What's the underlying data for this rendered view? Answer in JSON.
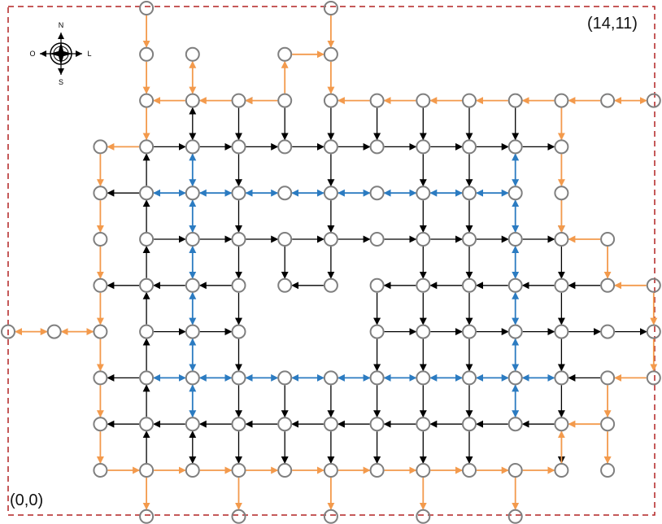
{
  "labels": {
    "origin": "(0,0)",
    "extent": "(14,11)"
  },
  "compass": {
    "north": "N",
    "south": "S",
    "west": "O",
    "east": "L"
  },
  "colors": {
    "boundary": "#b22222",
    "node_stroke": "#7f7f7f",
    "edge_black": "#000000",
    "edge_orange": "#f39a4c",
    "edge_blue": "#2b7bc1"
  },
  "grid": {
    "cols": 15,
    "rows": 12
  },
  "nodes": [
    [
      3,
      11
    ],
    [
      7,
      11
    ],
    [
      3,
      10
    ],
    [
      4,
      10
    ],
    [
      6,
      10
    ],
    [
      7,
      10
    ],
    [
      3,
      9
    ],
    [
      4,
      9
    ],
    [
      5,
      9
    ],
    [
      6,
      9
    ],
    [
      7,
      9
    ],
    [
      8,
      9
    ],
    [
      9,
      9
    ],
    [
      10,
      9
    ],
    [
      11,
      9
    ],
    [
      12,
      9
    ],
    [
      13,
      9
    ],
    [
      14,
      9
    ],
    [
      2,
      8
    ],
    [
      3,
      8
    ],
    [
      4,
      8
    ],
    [
      5,
      8
    ],
    [
      6,
      8
    ],
    [
      7,
      8
    ],
    [
      8,
      8
    ],
    [
      9,
      8
    ],
    [
      10,
      8
    ],
    [
      11,
      8
    ],
    [
      12,
      8
    ],
    [
      2,
      7
    ],
    [
      3,
      7
    ],
    [
      4,
      7
    ],
    [
      5,
      7
    ],
    [
      6,
      7
    ],
    [
      7,
      7
    ],
    [
      8,
      7
    ],
    [
      9,
      7
    ],
    [
      10,
      7
    ],
    [
      11,
      7
    ],
    [
      12,
      7
    ],
    [
      2,
      6
    ],
    [
      3,
      6
    ],
    [
      4,
      6
    ],
    [
      5,
      6
    ],
    [
      6,
      6
    ],
    [
      7,
      6
    ],
    [
      8,
      6
    ],
    [
      9,
      6
    ],
    [
      10,
      6
    ],
    [
      11,
      6
    ],
    [
      12,
      6
    ],
    [
      13,
      6
    ],
    [
      2,
      5
    ],
    [
      3,
      5
    ],
    [
      4,
      5
    ],
    [
      5,
      5
    ],
    [
      6,
      5
    ],
    [
      7,
      5
    ],
    [
      8,
      5
    ],
    [
      9,
      5
    ],
    [
      10,
      5
    ],
    [
      11,
      5
    ],
    [
      12,
      5
    ],
    [
      13,
      5
    ],
    [
      14,
      5
    ],
    [
      0,
      4
    ],
    [
      1,
      4
    ],
    [
      2,
      4
    ],
    [
      3,
      4
    ],
    [
      4,
      4
    ],
    [
      5,
      4
    ],
    [
      8,
      4
    ],
    [
      9,
      4
    ],
    [
      10,
      4
    ],
    [
      11,
      4
    ],
    [
      12,
      4
    ],
    [
      13,
      4
    ],
    [
      14,
      4
    ],
    [
      2,
      3
    ],
    [
      3,
      3
    ],
    [
      4,
      3
    ],
    [
      5,
      3
    ],
    [
      6,
      3
    ],
    [
      7,
      3
    ],
    [
      8,
      3
    ],
    [
      9,
      3
    ],
    [
      10,
      3
    ],
    [
      11,
      3
    ],
    [
      12,
      3
    ],
    [
      13,
      3
    ],
    [
      14,
      3
    ],
    [
      2,
      2
    ],
    [
      3,
      2
    ],
    [
      4,
      2
    ],
    [
      5,
      2
    ],
    [
      6,
      2
    ],
    [
      7,
      2
    ],
    [
      8,
      2
    ],
    [
      9,
      2
    ],
    [
      10,
      2
    ],
    [
      11,
      2
    ],
    [
      12,
      2
    ],
    [
      13,
      2
    ],
    [
      2,
      1
    ],
    [
      3,
      1
    ],
    [
      4,
      1
    ],
    [
      5,
      1
    ],
    [
      6,
      1
    ],
    [
      7,
      1
    ],
    [
      8,
      1
    ],
    [
      9,
      1
    ],
    [
      10,
      1
    ],
    [
      11,
      1
    ],
    [
      12,
      1
    ],
    [
      13,
      1
    ],
    [
      3,
      0
    ],
    [
      5,
      0
    ],
    [
      7,
      0
    ],
    [
      9,
      0
    ],
    [
      11,
      0
    ]
  ],
  "edges_black": [
    [
      6,
      9,
      5,
      9,
      "end"
    ],
    [
      3,
      8,
      4,
      8,
      "end"
    ],
    [
      4,
      8,
      5,
      8,
      "end"
    ],
    [
      5,
      8,
      6,
      8,
      "end"
    ],
    [
      6,
      8,
      7,
      8,
      "end"
    ],
    [
      7,
      8,
      8,
      8,
      "end"
    ],
    [
      8,
      8,
      9,
      8,
      "end"
    ],
    [
      9,
      8,
      10,
      8,
      "end"
    ],
    [
      10,
      8,
      11,
      8,
      "end"
    ],
    [
      11,
      8,
      12,
      8,
      "end"
    ],
    [
      3,
      7,
      2,
      7,
      "end"
    ],
    [
      3,
      6,
      4,
      6,
      "end"
    ],
    [
      4,
      6,
      5,
      6,
      "end"
    ],
    [
      5,
      6,
      6,
      6,
      "end"
    ],
    [
      6,
      6,
      7,
      6,
      "end"
    ],
    [
      7,
      6,
      8,
      6,
      "end"
    ],
    [
      8,
      6,
      9,
      6,
      "end"
    ],
    [
      9,
      6,
      10,
      6,
      "end"
    ],
    [
      10,
      6,
      11,
      6,
      "end"
    ],
    [
      11,
      6,
      12,
      6,
      "end"
    ],
    [
      3,
      5,
      2,
      5,
      "end"
    ],
    [
      4,
      5,
      3,
      5,
      "end"
    ],
    [
      5,
      5,
      4,
      5,
      "end"
    ],
    [
      7,
      5,
      6,
      5,
      "end"
    ],
    [
      9,
      5,
      8,
      5,
      "end"
    ],
    [
      10,
      5,
      9,
      5,
      "end"
    ],
    [
      11,
      5,
      10,
      5,
      "end"
    ],
    [
      12,
      5,
      11,
      5,
      "end"
    ],
    [
      13,
      5,
      12,
      5,
      "end"
    ],
    [
      3,
      4,
      4,
      4,
      "end"
    ],
    [
      4,
      4,
      5,
      4,
      "end"
    ],
    [
      8,
      4,
      9,
      4,
      "end"
    ],
    [
      9,
      4,
      10,
      4,
      "end"
    ],
    [
      10,
      4,
      11,
      4,
      "end"
    ],
    [
      11,
      4,
      12,
      4,
      "end"
    ],
    [
      12,
      4,
      13,
      4,
      "end"
    ],
    [
      13,
      4,
      14,
      4,
      "end"
    ],
    [
      3,
      3,
      2,
      3,
      "end"
    ],
    [
      13,
      3,
      12,
      3,
      "end"
    ],
    [
      3,
      2,
      2,
      2,
      "end"
    ],
    [
      4,
      2,
      3,
      2,
      "end"
    ],
    [
      5,
      2,
      4,
      2,
      "end"
    ],
    [
      6,
      2,
      5,
      2,
      "end"
    ],
    [
      7,
      2,
      6,
      2,
      "end"
    ],
    [
      8,
      2,
      7,
      2,
      "end"
    ],
    [
      9,
      2,
      8,
      2,
      "end"
    ],
    [
      10,
      2,
      9,
      2,
      "end"
    ],
    [
      11,
      2,
      10,
      2,
      "end"
    ],
    [
      12,
      2,
      11,
      2,
      "end"
    ],
    [
      4,
      9,
      4,
      8,
      "both"
    ],
    [
      5,
      9,
      5,
      8,
      "end"
    ],
    [
      6,
      9,
      6,
      8,
      "end"
    ],
    [
      7,
      9,
      7,
      8,
      "end"
    ],
    [
      8,
      9,
      8,
      8,
      "end"
    ],
    [
      9,
      9,
      9,
      8,
      "end"
    ],
    [
      10,
      9,
      10,
      8,
      "end"
    ],
    [
      11,
      9,
      11,
      8,
      "end"
    ],
    [
      3,
      1,
      3,
      2,
      "end"
    ],
    [
      3,
      2,
      3,
      3,
      "end"
    ],
    [
      3,
      3,
      3,
      4,
      "end"
    ],
    [
      3,
      4,
      3,
      5,
      "end"
    ],
    [
      3,
      5,
      3,
      6,
      "end"
    ],
    [
      3,
      6,
      3,
      7,
      "end"
    ],
    [
      3,
      7,
      3,
      8,
      "end"
    ],
    [
      5,
      8,
      5,
      7,
      "end"
    ],
    [
      5,
      7,
      5,
      6,
      "end"
    ],
    [
      5,
      6,
      5,
      5,
      "end"
    ],
    [
      5,
      5,
      5,
      4,
      "end"
    ],
    [
      5,
      4,
      5,
      3,
      "end"
    ],
    [
      5,
      3,
      5,
      2,
      "end"
    ],
    [
      5,
      2,
      5,
      1,
      "end"
    ],
    [
      6,
      6,
      6,
      5,
      "end"
    ],
    [
      7,
      8,
      7,
      7,
      "end"
    ],
    [
      7,
      7,
      7,
      6,
      "end"
    ],
    [
      7,
      6,
      7,
      5,
      "end"
    ],
    [
      6,
      3,
      6,
      2,
      "end"
    ],
    [
      6,
      2,
      6,
      1,
      "end"
    ],
    [
      7,
      3,
      7,
      2,
      "end"
    ],
    [
      7,
      2,
      7,
      1,
      "end"
    ],
    [
      8,
      5,
      8,
      4,
      "end"
    ],
    [
      8,
      4,
      8,
      3,
      "end"
    ],
    [
      8,
      3,
      8,
      2,
      "end"
    ],
    [
      8,
      2,
      8,
      1,
      "end"
    ],
    [
      9,
      8,
      9,
      7,
      "end"
    ],
    [
      9,
      7,
      9,
      6,
      "end"
    ],
    [
      9,
      6,
      9,
      5,
      "end"
    ],
    [
      9,
      5,
      9,
      4,
      "end"
    ],
    [
      9,
      4,
      9,
      3,
      "end"
    ],
    [
      9,
      3,
      9,
      2,
      "end"
    ],
    [
      9,
      2,
      9,
      1,
      "end"
    ],
    [
      10,
      8,
      10,
      7,
      "end"
    ],
    [
      10,
      7,
      10,
      6,
      "end"
    ],
    [
      10,
      6,
      10,
      5,
      "end"
    ],
    [
      10,
      5,
      10,
      4,
      "end"
    ],
    [
      10,
      4,
      10,
      3,
      "end"
    ],
    [
      10,
      3,
      10,
      2,
      "end"
    ],
    [
      10,
      2,
      10,
      1,
      "end"
    ],
    [
      12,
      7,
      12,
      6,
      "end"
    ],
    [
      12,
      6,
      12,
      5,
      "end"
    ],
    [
      12,
      5,
      12,
      4,
      "end"
    ],
    [
      12,
      4,
      12,
      3,
      "end"
    ],
    [
      12,
      3,
      12,
      2,
      "end"
    ],
    [
      12,
      2,
      12,
      1,
      "end"
    ],
    [
      4,
      2,
      4,
      1,
      "both"
    ]
  ],
  "edges_blue": [
    [
      3,
      7,
      4,
      7,
      "both"
    ],
    [
      4,
      7,
      5,
      7,
      "both"
    ],
    [
      5,
      7,
      6,
      7,
      "both"
    ],
    [
      6,
      7,
      7,
      7,
      "both"
    ],
    [
      7,
      7,
      8,
      7,
      "both"
    ],
    [
      8,
      7,
      9,
      7,
      "both"
    ],
    [
      9,
      7,
      10,
      7,
      "both"
    ],
    [
      10,
      7,
      11,
      7,
      "both"
    ],
    [
      3,
      3,
      4,
      3,
      "both"
    ],
    [
      4,
      3,
      5,
      3,
      "both"
    ],
    [
      5,
      3,
      6,
      3,
      "both"
    ],
    [
      6,
      3,
      7,
      3,
      "both"
    ],
    [
      7,
      3,
      8,
      3,
      "both"
    ],
    [
      8,
      3,
      9,
      3,
      "both"
    ],
    [
      9,
      3,
      10,
      3,
      "both"
    ],
    [
      10,
      3,
      11,
      3,
      "both"
    ],
    [
      11,
      3,
      12,
      3,
      "both"
    ],
    [
      4,
      8,
      4,
      7,
      "both"
    ],
    [
      4,
      7,
      4,
      6,
      "both"
    ],
    [
      4,
      6,
      4,
      5,
      "both"
    ],
    [
      4,
      5,
      4,
      4,
      "both"
    ],
    [
      4,
      4,
      4,
      3,
      "both"
    ],
    [
      4,
      3,
      4,
      2,
      "both"
    ],
    [
      11,
      8,
      11,
      7,
      "both"
    ],
    [
      11,
      7,
      11,
      6,
      "both"
    ],
    [
      11,
      6,
      11,
      5,
      "both"
    ],
    [
      11,
      5,
      11,
      4,
      "both"
    ],
    [
      11,
      4,
      11,
      3,
      "both"
    ],
    [
      11,
      3,
      11,
      2,
      "both"
    ]
  ],
  "edges_orange": [
    [
      3,
      11,
      3,
      10,
      "end"
    ],
    [
      3,
      10,
      3,
      9,
      "end"
    ],
    [
      3,
      9,
      3,
      8,
      "end"
    ],
    [
      7,
      11,
      7,
      10,
      "end"
    ],
    [
      7,
      10,
      7,
      9,
      "end"
    ],
    [
      6,
      10,
      7,
      10,
      "end"
    ],
    [
      6,
      9,
      6,
      10,
      "end"
    ],
    [
      4,
      9,
      4,
      10,
      "both"
    ],
    [
      4,
      9,
      3,
      9,
      "end"
    ],
    [
      5,
      9,
      4,
      9,
      "end"
    ],
    [
      6,
      9,
      5,
      9,
      "end"
    ],
    [
      8,
      9,
      7,
      9,
      "end"
    ],
    [
      9,
      9,
      8,
      9,
      "end"
    ],
    [
      10,
      9,
      9,
      9,
      "end"
    ],
    [
      11,
      9,
      10,
      9,
      "end"
    ],
    [
      12,
      9,
      11,
      9,
      "end"
    ],
    [
      13,
      9,
      12,
      9,
      "end"
    ],
    [
      13,
      9,
      14,
      9,
      "both"
    ],
    [
      12,
      9,
      12,
      8,
      "end"
    ],
    [
      12,
      8,
      12,
      7,
      "end"
    ],
    [
      12,
      7,
      12,
      6,
      "end"
    ],
    [
      13,
      6,
      12,
      6,
      "end"
    ],
    [
      13,
      6,
      13,
      5,
      "end"
    ],
    [
      14,
      5,
      13,
      5,
      "end"
    ],
    [
      14,
      5,
      14,
      4,
      "end"
    ],
    [
      14,
      4,
      14,
      3,
      "end"
    ],
    [
      14,
      3,
      13,
      3,
      "end"
    ],
    [
      13,
      3,
      13,
      2,
      "end"
    ],
    [
      13,
      2,
      13,
      1,
      "end"
    ],
    [
      13,
      2,
      12,
      2,
      "end"
    ],
    [
      3,
      8,
      2,
      8,
      "end"
    ],
    [
      2,
      8,
      2,
      7,
      "end"
    ],
    [
      2,
      7,
      2,
      6,
      "end"
    ],
    [
      2,
      6,
      2,
      5,
      "end"
    ],
    [
      2,
      5,
      2,
      4,
      "end"
    ],
    [
      2,
      4,
      2,
      3,
      "end"
    ],
    [
      2,
      3,
      2,
      2,
      "end"
    ],
    [
      2,
      2,
      2,
      1,
      "end"
    ],
    [
      0,
      4,
      1,
      4,
      "both"
    ],
    [
      1,
      4,
      2,
      4,
      "both"
    ],
    [
      2,
      1,
      3,
      1,
      "end"
    ],
    [
      3,
      1,
      4,
      1,
      "end"
    ],
    [
      4,
      1,
      5,
      1,
      "end"
    ],
    [
      5,
      1,
      6,
      1,
      "end"
    ],
    [
      6,
      1,
      7,
      1,
      "end"
    ],
    [
      7,
      1,
      8,
      1,
      "end"
    ],
    [
      8,
      1,
      9,
      1,
      "end"
    ],
    [
      9,
      1,
      10,
      1,
      "end"
    ],
    [
      10,
      1,
      11,
      1,
      "end"
    ],
    [
      11,
      1,
      12,
      1,
      "end"
    ],
    [
      12,
      1,
      12,
      2,
      "end"
    ],
    [
      3,
      1,
      3,
      0,
      "end"
    ],
    [
      5,
      1,
      5,
      0,
      "end"
    ],
    [
      7,
      1,
      7,
      0,
      "end"
    ],
    [
      9,
      1,
      9,
      0,
      "end"
    ],
    [
      11,
      1,
      11,
      0,
      "end"
    ]
  ]
}
